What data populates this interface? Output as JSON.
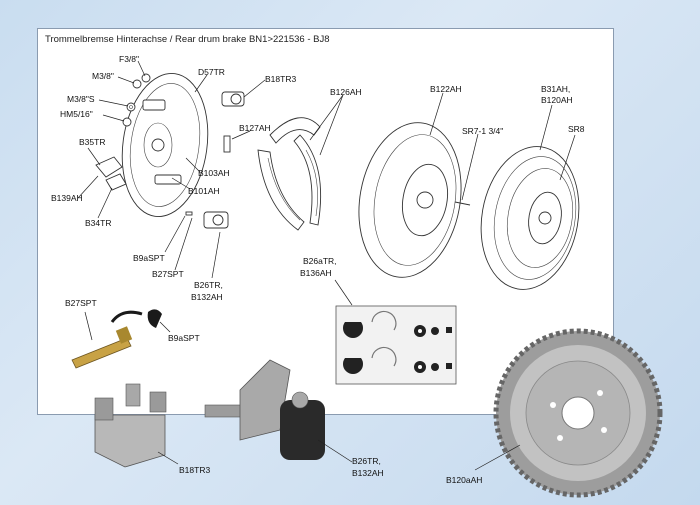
{
  "title": "Trommelbremse Hinterachse / Rear drum brake BN1>221536 - BJ8",
  "labels": {
    "f38": "F3/8\"",
    "m38": "M3/8\"",
    "m38s": "M3/8\"S",
    "hm516": "HM5/16\"",
    "d57tr": "D57TR",
    "b18tr3_top": "B18TR3",
    "b126ah": "B126AH",
    "b122ah": "B122AH",
    "b31ah_1": "B31AH,",
    "b31ah_2": "B120AH",
    "sr8": "SR8",
    "sr71": "SR7-1 3/4\"",
    "b127ah": "B127AH",
    "b35tr": "B35TR",
    "b139ah": "B139AH",
    "b34tr": "B34TR",
    "b103ah": "B103AH",
    "b101ah": "B101AH",
    "b9aspt_1": "B9aSPT",
    "b27spt_1": "B27SPT",
    "b26tr_1": "B26TR,",
    "b132ah_1": "B132AH",
    "b26atr_1": "B26aTR,",
    "b136ah_1": "B136AH",
    "b27spt_2": "B27SPT",
    "b9aspt_2": "B9aSPT",
    "b18tr3_bottom": "B18TR3",
    "b26tr_2": "B26TR,",
    "b132ah_2": "B132AH",
    "b120aah": "B120aAH"
  }
}
